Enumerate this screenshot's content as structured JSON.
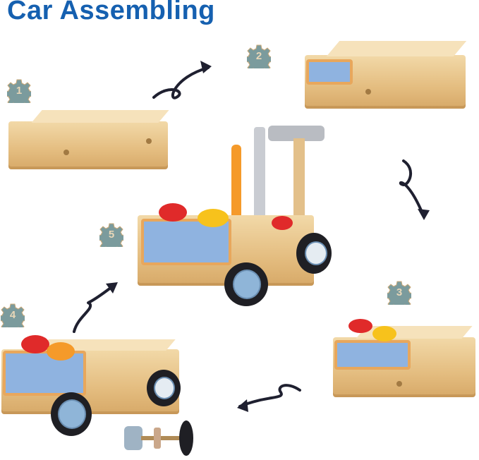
{
  "title": "Car Assembling",
  "steps": [
    {
      "number": "1"
    },
    {
      "number": "2"
    },
    {
      "number": "3"
    },
    {
      "number": "4"
    },
    {
      "number": "5"
    }
  ],
  "colors": {
    "title": "#1560b0",
    "badge": "#7b9b9d",
    "arrow": "#1f2030"
  }
}
